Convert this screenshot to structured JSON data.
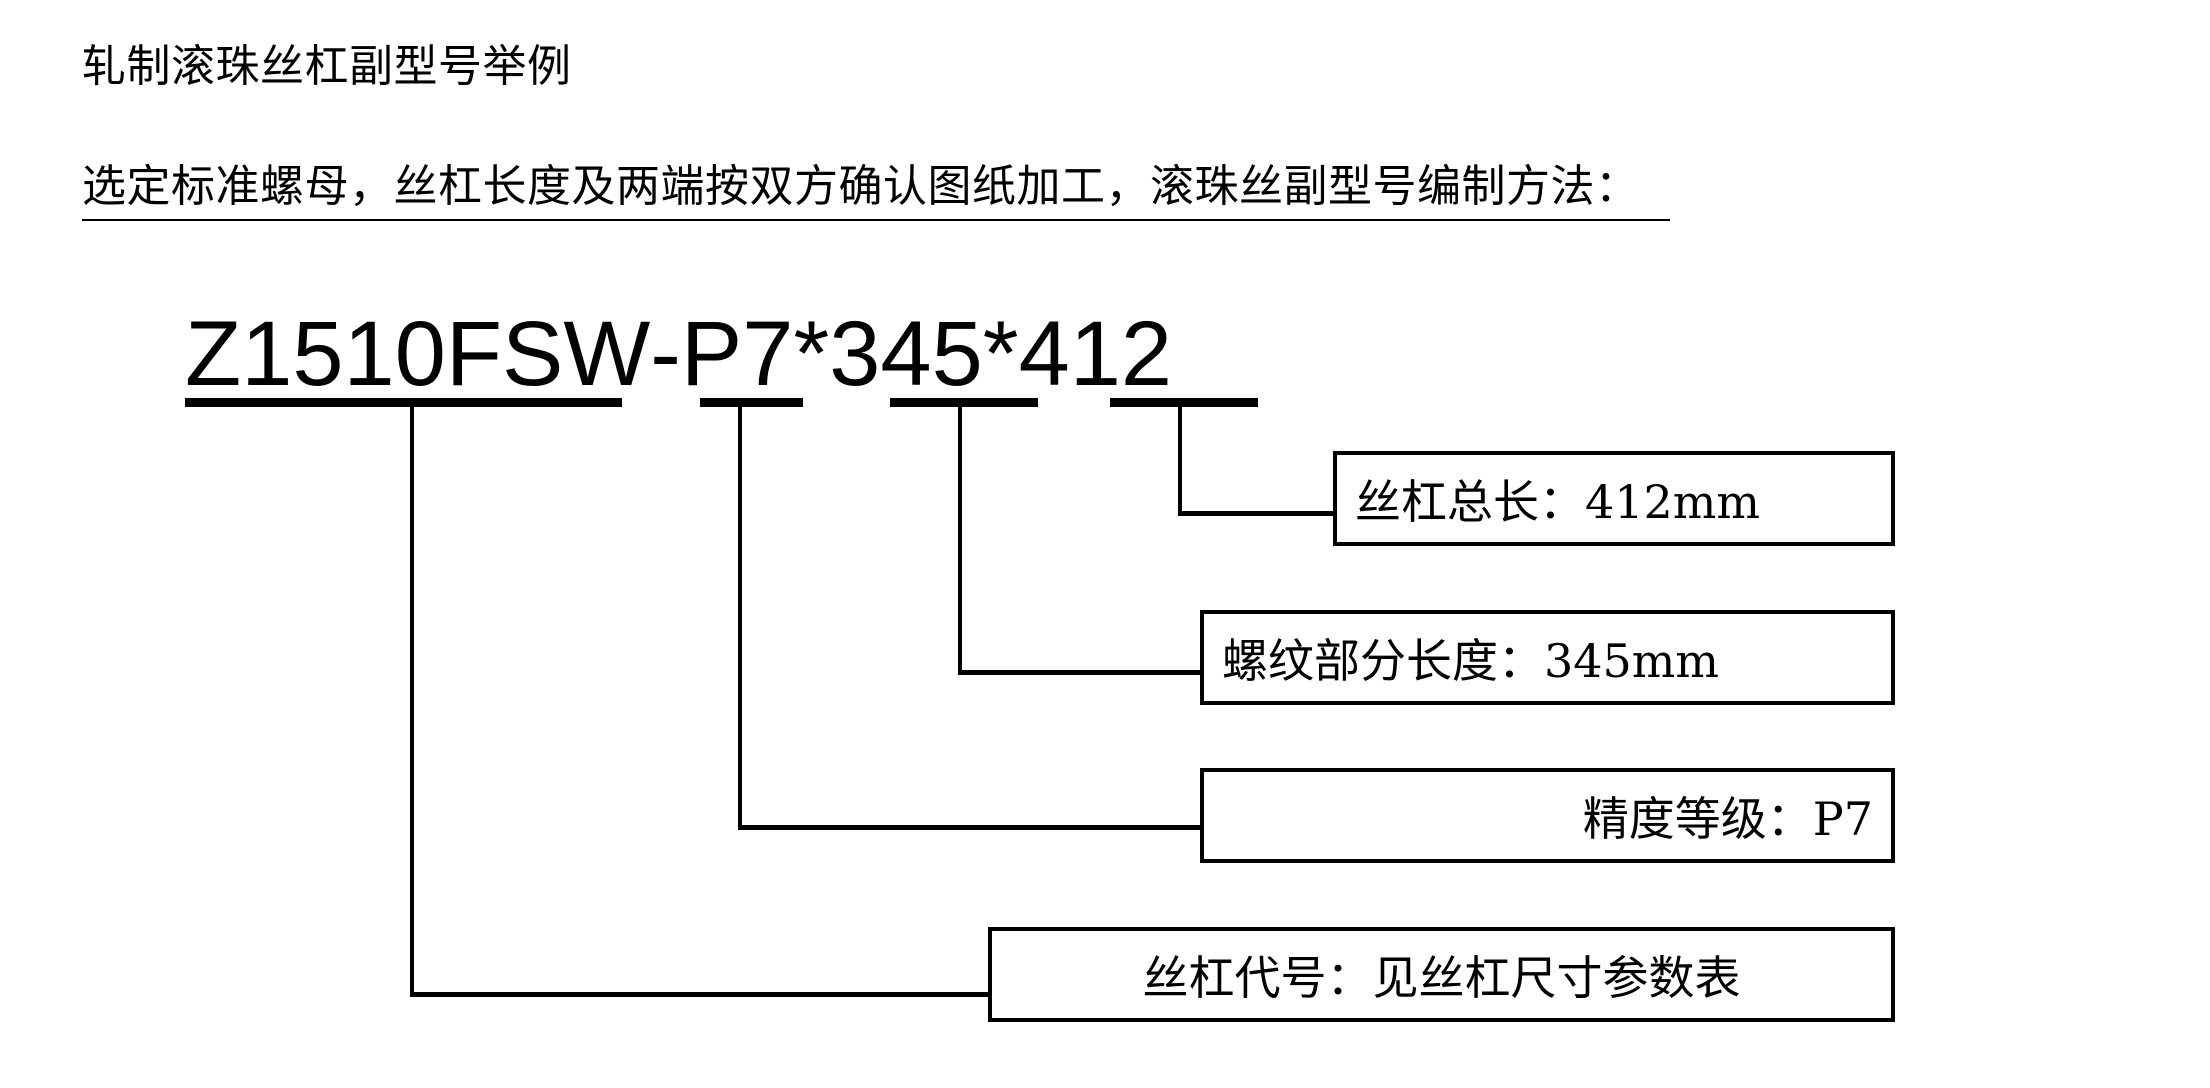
{
  "document": {
    "title": "轧制滚珠丝杠副型号举例",
    "subtitle": "选定标准螺母，丝杠长度及两端按双方确认图纸加工，滚珠丝副型号编制方法："
  },
  "model_code": {
    "full": "Z1510FSW - P7 * 345 * 412",
    "segments": [
      {
        "id": "screw-code",
        "text": "Z1510FSW",
        "underlined": true
      },
      {
        "id": "sep-dash",
        "text": " - ",
        "underlined": false
      },
      {
        "id": "accuracy-grade",
        "text": "P7",
        "underlined": true
      },
      {
        "id": "sep-star-1",
        "text": " * ",
        "underlined": false
      },
      {
        "id": "thread-length",
        "text": "345",
        "underlined": true
      },
      {
        "id": "sep-star-2",
        "text": " * ",
        "underlined": false
      },
      {
        "id": "total-length",
        "text": "412",
        "underlined": true
      }
    ]
  },
  "callouts": [
    {
      "id": "total-length",
      "label": "丝杠总长：412mm",
      "value": "412mm",
      "align": "left"
    },
    {
      "id": "thread-length",
      "label": "螺纹部分长度：345mm",
      "value": "345mm",
      "align": "left"
    },
    {
      "id": "accuracy-grade",
      "label": "精度等级：P7",
      "value": "P7",
      "align": "right"
    },
    {
      "id": "screw-code",
      "label": "丝杠代号：见丝杠尺寸参数表",
      "value": "见丝杠尺寸参数表",
      "align": "center"
    }
  ],
  "colors": {
    "ink": "#000000",
    "paper": "#ffffff"
  }
}
